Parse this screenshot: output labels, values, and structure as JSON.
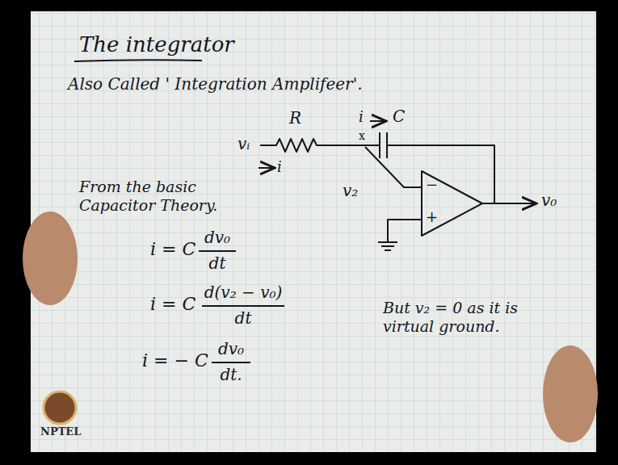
{
  "diagram": {
    "title": "The integrator",
    "labels": [
      "Also Called ' Integration Amplifeer'.",
      "vᵢ",
      "R",
      "i",
      "C",
      "x",
      "i",
      "v₂",
      "−",
      "+",
      "v₀",
      "From the basic Capacitor Theory.",
      "i = C",
      "dv₀",
      "dt",
      "i = C",
      "d(v₂ − v₀)",
      "dt",
      "i = − C",
      "dv₀",
      "dt.",
      "But v₂ = 0 as it is virtual ground.",
      "NPTEL"
    ]
  }
}
